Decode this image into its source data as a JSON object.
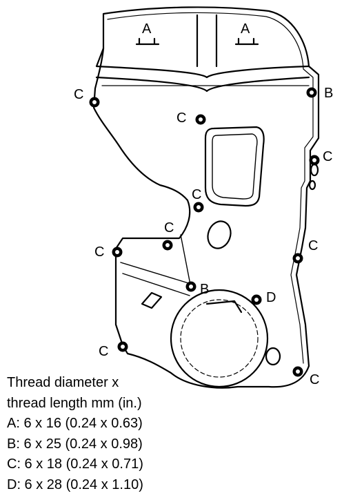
{
  "diagram": {
    "callouts": {
      "a_left": "A",
      "a_right": "A",
      "b_top": "B",
      "b_mid": "B",
      "c": "C",
      "d": "D"
    },
    "legend": {
      "heading_line1": "Thread diameter x",
      "heading_line2": "thread length mm (in.)",
      "rows": [
        "A: 6 x 16 (0.24 x 0.63)",
        "B: 6 x 25 (0.24 x 0.98)",
        "C: 6 x 18 (0.24 x 0.71)",
        "D: 6 x 28 (0.24 x 1.10)"
      ]
    }
  }
}
